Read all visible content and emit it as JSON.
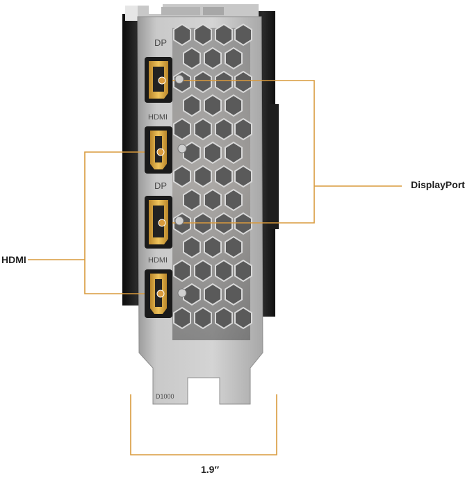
{
  "image": {
    "subject": "graphics-card-io-bracket",
    "port_markings": {
      "dp_top": "DP",
      "hdmi_upper": "HDMI",
      "dp_lower": "DP",
      "hdmi_lower": "HDMI",
      "bracket_code": "D1000"
    }
  },
  "callouts": {
    "displayport": "DisplayPort",
    "hdmi": "HDMI",
    "width": "1.9″"
  },
  "colors": {
    "leader_line": "#d99a3c",
    "port_gold": "#d8a640",
    "bracket_metal": "#bdbdbd",
    "card_body": "#1a1a1a",
    "background": "#ffffff"
  }
}
